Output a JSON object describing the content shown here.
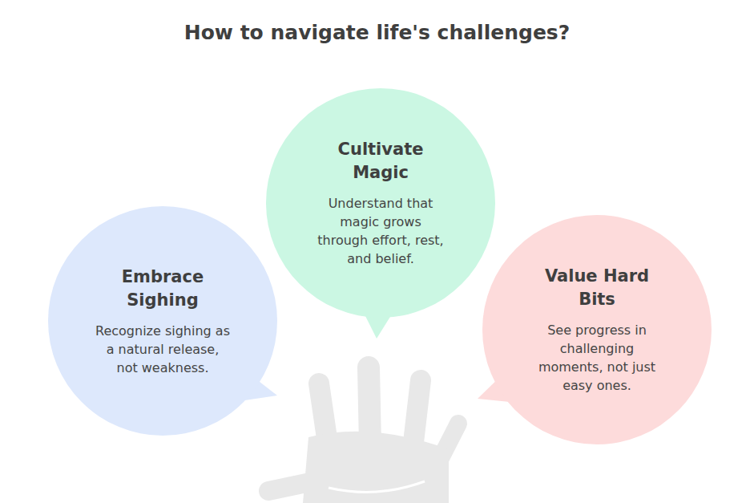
{
  "diagram": {
    "title": "How to navigate life's challenges?",
    "nodes": [
      {
        "text": [
          "Embrace Sighing",
          "Recognize sighing as a natural release, not weakness."
        ]
      },
      {
        "text": [
          "Cultivate Magic",
          "Understand that magic grows through effort, rest, and belief."
        ]
      },
      {
        "text": [
          "Value Hard Bits",
          "See progress in challenging moments, not just easy ones."
        ]
      }
    ]
  }
}
